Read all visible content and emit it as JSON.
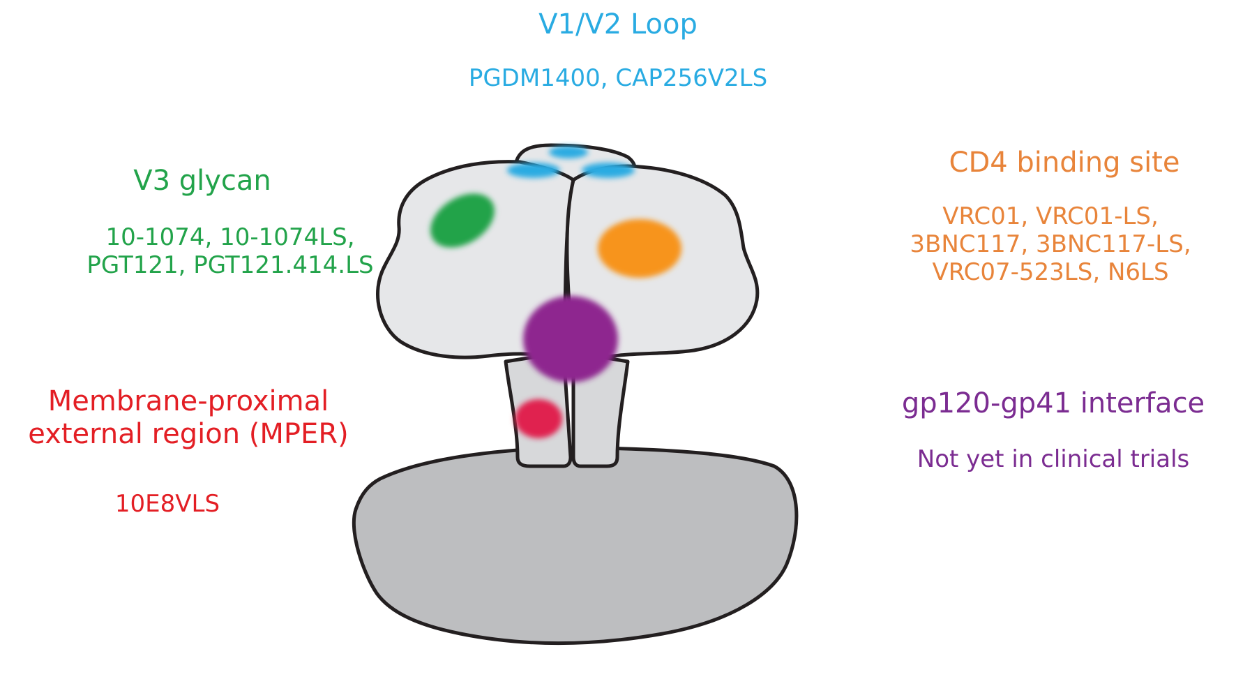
{
  "colors": {
    "v1v2": "#29ABE2",
    "v3": "#22A34A",
    "cd4": "#E8843A",
    "mper": "#E31E24",
    "interface": "#7B2C91",
    "env_fill": "#E6E7E9",
    "membrane_fill": "#BDBEC0",
    "outline": "#231F20"
  },
  "sites": {
    "v1v2": {
      "title": "V1/V2 Loop",
      "antibodies": [
        "PGDM1400, CAP256V2LS"
      ]
    },
    "v3_glycan": {
      "title": "V3 glycan",
      "antibodies": [
        "10-1074, 10-1074LS,",
        "PGT121, PGT121.414.LS"
      ]
    },
    "cd4": {
      "title": "CD4 binding site",
      "antibodies": [
        "VRC01, VRC01-LS,",
        "3BNC117, 3BNC117-LS,",
        "VRC07-523LS, N6LS"
      ]
    },
    "mper": {
      "title_lines": [
        "Membrane-proximal",
        "external region (MPER)"
      ],
      "antibodies": [
        "10E8VLS"
      ]
    },
    "interface": {
      "title": "gp120-gp41 interface",
      "antibodies": [
        "Not yet in clinical trials"
      ]
    }
  }
}
